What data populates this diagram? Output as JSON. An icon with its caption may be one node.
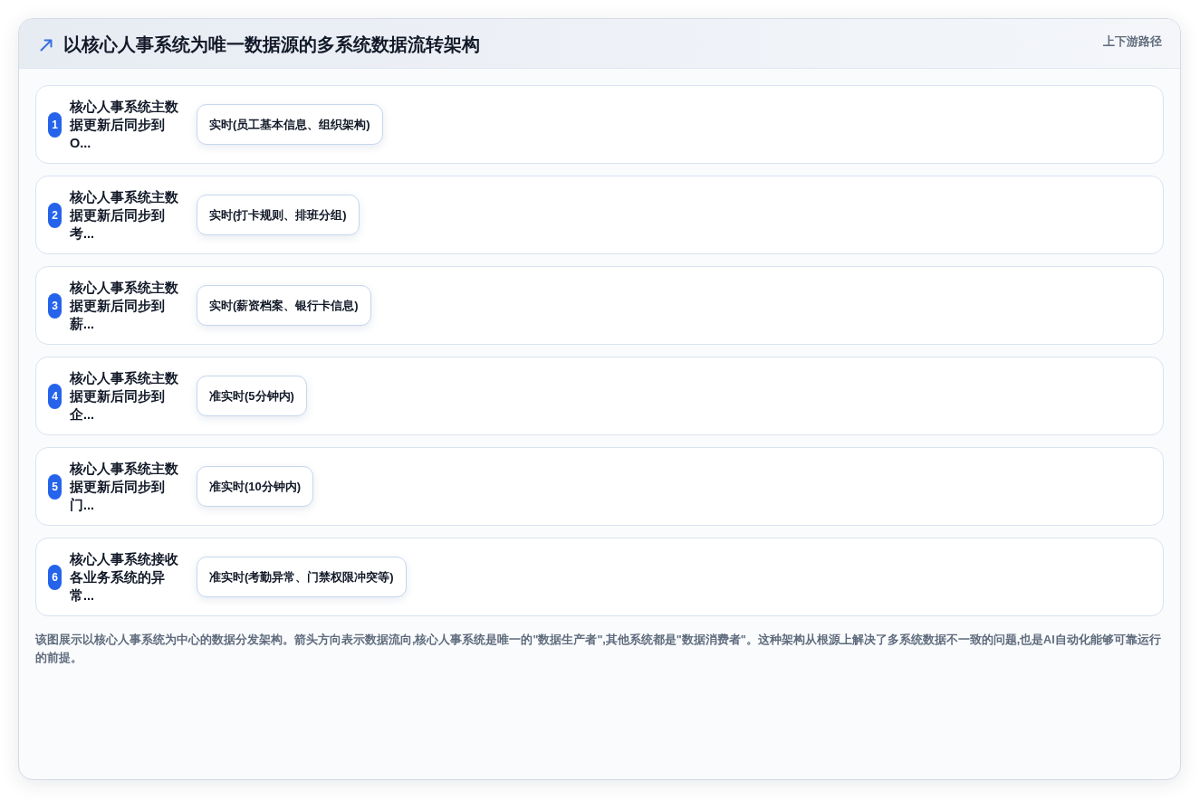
{
  "diagram": {
    "title": "以核心人事系统为唯一数据源的多系统数据流转架构",
    "caption": "该图展示以核心人事系统为中心的数据分发架构。箭头方向表示数据流向,核心人事系统是唯一的\"数据生产者\",其他系统都是\"数据消费者\"。这种架构从根源上解决了多系统数据不一致的问题,也是AI自动化能够可靠运行的前提。",
    "nodes": [
      {
        "text": [
          "核心人事系统主数据更新后同步到O..."
        ]
      },
      {
        "text": [
          "1"
        ],
        "in": 0
      },
      {
        "text": [
          "实时(员工基本信息、组织架构)"
        ],
        "in": 0
      },
      {
        "text": [
          "核心人事系统主数据更新后同步到考..."
        ]
      },
      {
        "text": [
          "2"
        ],
        "in": 3
      },
      {
        "text": [
          "实时(打卡规则、排班分组)"
        ],
        "in": 3
      },
      {
        "text": [
          "核心人事系统主数据更新后同步到薪..."
        ]
      },
      {
        "text": [
          "3"
        ],
        "in": 6
      },
      {
        "text": [
          "实时(薪资档案、银行卡信息)"
        ],
        "in": 6
      },
      {
        "text": [
          "核心人事系统主数据更新后同步到企..."
        ]
      },
      {
        "text": [
          "4"
        ],
        "in": 9
      },
      {
        "text": [
          "准实时(5分钟内)"
        ],
        "in": 9
      },
      {
        "text": [
          "核心人事系统主数据更新后同步到门..."
        ]
      },
      {
        "text": [
          "5"
        ],
        "in": 12
      },
      {
        "text": [
          "准实时(10分钟内)"
        ],
        "in": 12
      },
      {
        "text": [
          "核心人事系统接收各业务系统的异常..."
        ]
      },
      {
        "text": [
          "6"
        ],
        "in": 15
      },
      {
        "text": [
          "准实时(考勤异常、门禁权限冲突等)"
        ],
        "in": 15
      }
    ],
    "labels": [
      "上下游路径"
    ]
  }
}
